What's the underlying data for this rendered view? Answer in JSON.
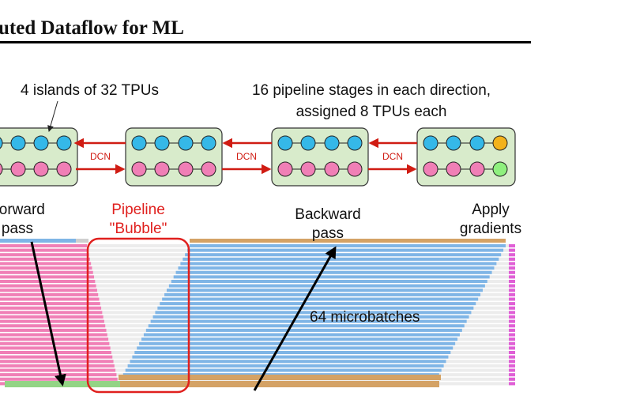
{
  "header": {
    "title": "uted Dataflow for ML"
  },
  "annotations": {
    "islands": "4 islands of 32 TPUs",
    "stages_line1": "16 pipeline stages in each direction,",
    "stages_line2": "assigned 8 TPUs each",
    "dcn": "DCN",
    "forward_line1": "Forward",
    "forward_line2": "pass",
    "bubble_line1": "Pipeline",
    "bubble_line2": "\"Bubble\"",
    "backward_line1": "Backward",
    "backward_line2": "pass",
    "apply_line1": "Apply",
    "apply_line2": "gradients",
    "microbatches": "64 microbatches"
  },
  "colors": {
    "island_fill": "#d8ebcb",
    "top_node": "#35b8e8",
    "bottom_node": "#f07fb6",
    "top_end_node": "#f3b21b",
    "bottom_end_node": "#8ff07e",
    "dcn_arrow": "#d01c13",
    "bubble_outline": "#e0201e",
    "forward_bar": "#f07fb6",
    "backward_bar": "#7fb5e6",
    "orange_bar": "#d4a265",
    "green_bar": "#93d485",
    "apply_bar": "#e05fd6"
  }
}
